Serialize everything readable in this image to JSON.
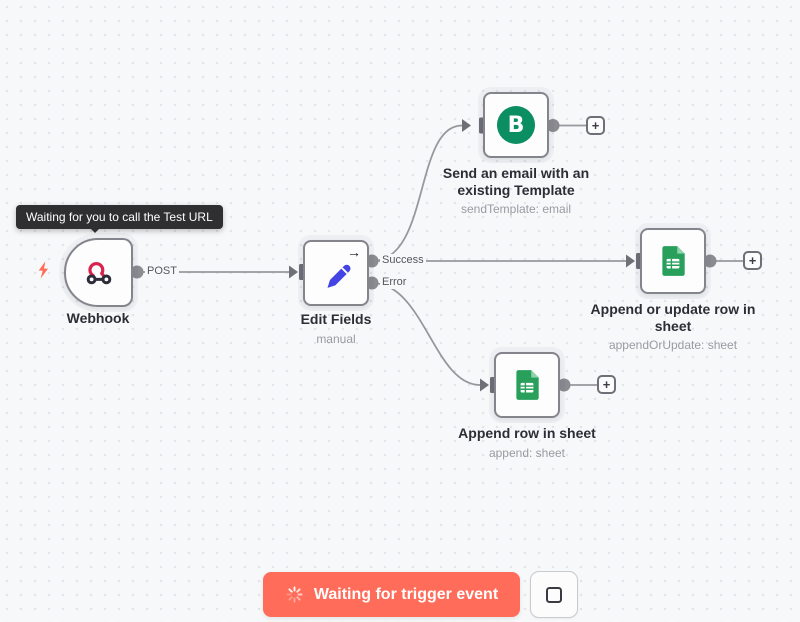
{
  "tooltip": {
    "text": "Waiting for you to call the Test URL"
  },
  "nodes": {
    "webhook": {
      "title": "Webhook",
      "output_label": "POST",
      "icon": "webhook-icon"
    },
    "edit_fields": {
      "title": "Edit Fields",
      "subtitle": "manual",
      "icon": "pencil-icon",
      "outputs": [
        {
          "label": "Success"
        },
        {
          "label": "Error"
        }
      ]
    },
    "brevo": {
      "title": "Send an email with an existing Template",
      "subtitle": "sendTemplate: email",
      "icon": "brevo-icon",
      "icon_letter": "B"
    },
    "sheets_append_or_update": {
      "title": "Append or update row in sheet",
      "subtitle": "appendOrUpdate: sheet",
      "icon": "google-sheets-icon"
    },
    "sheets_append": {
      "title": "Append row in sheet",
      "subtitle": "append: sheet",
      "icon": "google-sheets-icon"
    }
  },
  "ui": {
    "plus": "+",
    "node_arrow": "→"
  },
  "footer": {
    "waiting_button_label": "Waiting for trigger event",
    "waiting_button_icon": "spinner-icon",
    "stop_button_icon": "stop-icon"
  },
  "colors": {
    "accent": "#ff6d5a",
    "brevo_green": "#0b8e62",
    "sheets_green": "#28a05c",
    "sheets_green_light": "#8ed3ab",
    "pencil_blue": "#4443e4",
    "webhook_red": "#d9234e",
    "webhook_dark": "#2d2d3a",
    "edge_gray": "#97979d",
    "connector_dark": "#6f6f78"
  }
}
